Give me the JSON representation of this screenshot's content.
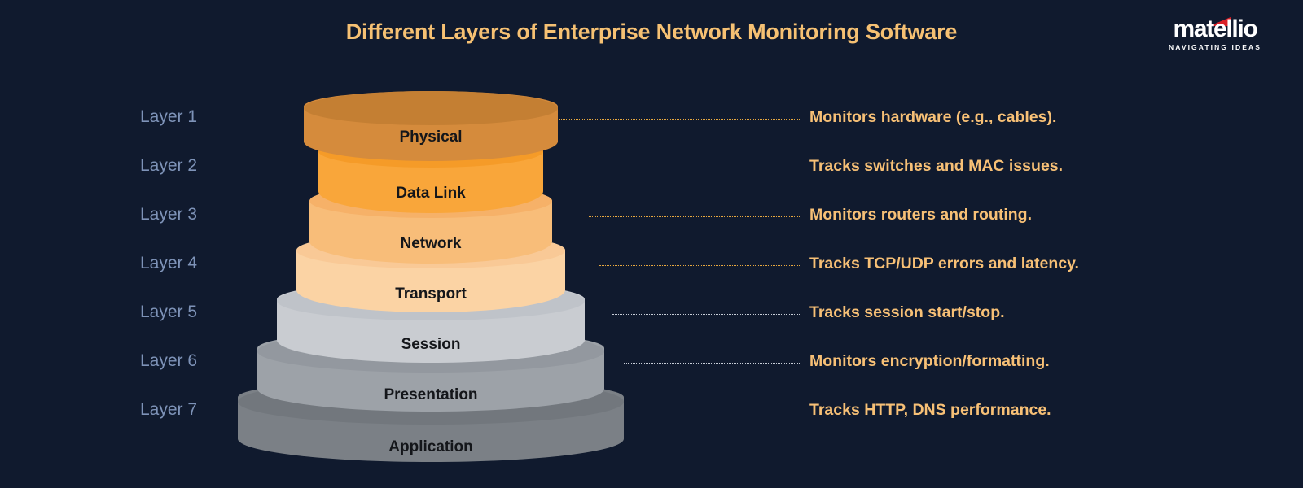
{
  "background_color": "#101a2e",
  "header": {
    "title": "Different Layers of Enterprise Network Monitoring Software",
    "title_color": "#f6c173"
  },
  "logo": {
    "wordmark": "matellio",
    "tagline": "NAVIGATING IDEAS",
    "mark_color": "#d92027",
    "text_color": "#ffffff"
  },
  "diagram": {
    "type": "layered-stack",
    "index_label_color": "#7e93b8",
    "description_color": "#f7c076",
    "layer_text_color": "#14161a",
    "layers": [
      {
        "index_label": "Layer 1",
        "name": "Physical",
        "description": "Monitors hardware (e.g., cables).",
        "color": "#d58b3c",
        "top_color": "#c47f33",
        "connector_color": "#e8a83f"
      },
      {
        "index_label": "Layer 2",
        "name": "Data Link",
        "description": "Tracks switches and MAC issues.",
        "color": "#f9a63a",
        "top_color": "#f59b28",
        "connector_color": "#e8a83f"
      },
      {
        "index_label": "Layer 3",
        "name": "Network",
        "description": "Monitors routers and routing.",
        "color": "#f8bd79",
        "top_color": "#f6b168",
        "connector_color": "#e8a83f"
      },
      {
        "index_label": "Layer 4",
        "name": "Transport",
        "description": "Tracks TCP/UDP errors and latency.",
        "color": "#fbd3a4",
        "top_color": "#f9c996",
        "connector_color": "#e8a83f"
      },
      {
        "index_label": "Layer 5",
        "name": "Session",
        "description": "Tracks session start/stop.",
        "color": "#c9ccd1",
        "top_color": "#bfc3c9",
        "connector_color": "#c8ced8"
      },
      {
        "index_label": "Layer 6",
        "name": "Presentation",
        "description": "Monitors encryption/formatting.",
        "color": "#9da2a8",
        "top_color": "#93989f",
        "connector_color": "#c8ced8"
      },
      {
        "index_label": "Layer 7",
        "name": "Application",
        "description": "Tracks HTTP, DNS performance.",
        "color": "#7b8086",
        "top_color": "#72777d",
        "connector_color": "#c8ced8"
      }
    ]
  }
}
